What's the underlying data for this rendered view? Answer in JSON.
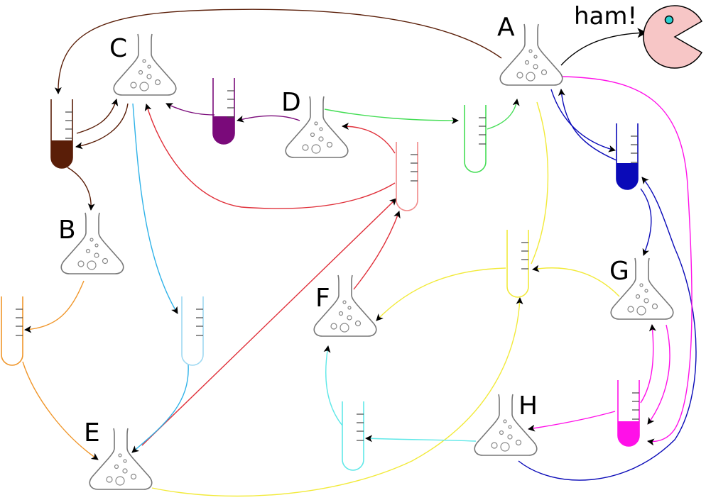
{
  "diagram": {
    "nodes": [
      {
        "id": "A",
        "label": "A"
      },
      {
        "id": "B",
        "label": "B"
      },
      {
        "id": "C",
        "label": "C"
      },
      {
        "id": "D",
        "label": "D"
      },
      {
        "id": "E",
        "label": "E"
      },
      {
        "id": "F",
        "label": "F"
      },
      {
        "id": "G",
        "label": "G"
      },
      {
        "id": "H",
        "label": "H"
      }
    ],
    "output_label": "ham!",
    "colors": {
      "brown": "#5a1e08",
      "purple": "#7a0a7a",
      "green": "#44dd55",
      "red": "#e0303a",
      "cyan_blue": "#2fb2e8",
      "orange": "#f0962a",
      "yellow": "#f2ea3a",
      "cyan": "#5fe8e8",
      "blue": "#0a0ab8",
      "magenta": "#ff10e8",
      "pacman": "#f7c6c6"
    },
    "icons": [
      "flask-icon",
      "test-tube-icon",
      "pacman-icon"
    ]
  }
}
